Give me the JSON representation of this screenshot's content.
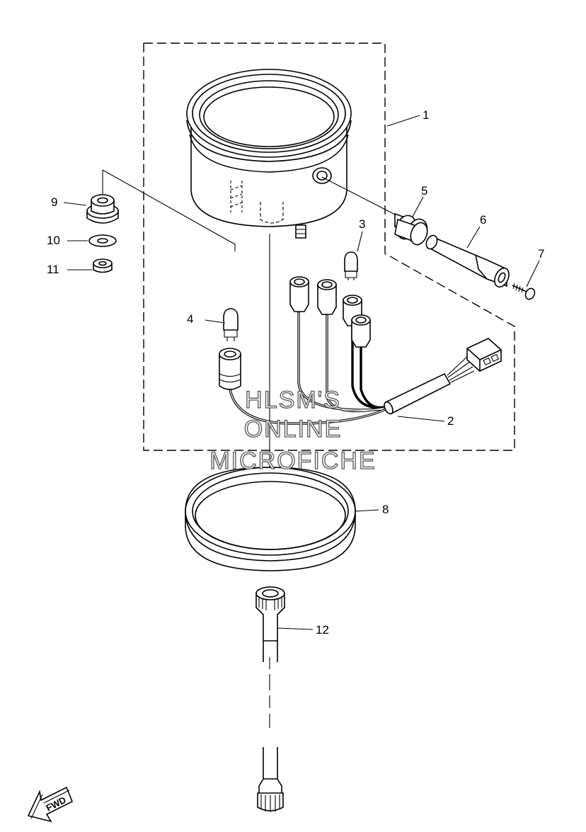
{
  "diagram": {
    "callouts": [
      "1",
      "2",
      "3",
      "4",
      "5",
      "6",
      "7",
      "8",
      "9",
      "10",
      "11",
      "12"
    ],
    "watermark": [
      "HLSM'S",
      "ONLINE",
      "MICROFICHE"
    ],
    "direction_badge": "FWD"
  }
}
